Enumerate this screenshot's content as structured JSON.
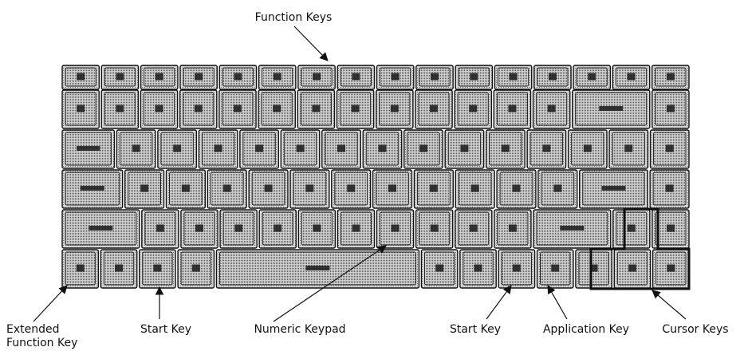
{
  "callouts": {
    "function_keys": "Function Keys",
    "extended_function_key_line1": "Extended",
    "extended_function_key_line2": "Function Key",
    "start_key_left": "Start Key",
    "numeric_keypad": "Numeric Keypad",
    "start_key_right": "Start Key",
    "application_key": "Application Key",
    "cursor_keys": "Cursor Keys"
  },
  "colors": {
    "key_fill": "#c8c8c8",
    "key_dot": "#6a6a6a",
    "key_outline": "#111111",
    "line": "#111111"
  }
}
